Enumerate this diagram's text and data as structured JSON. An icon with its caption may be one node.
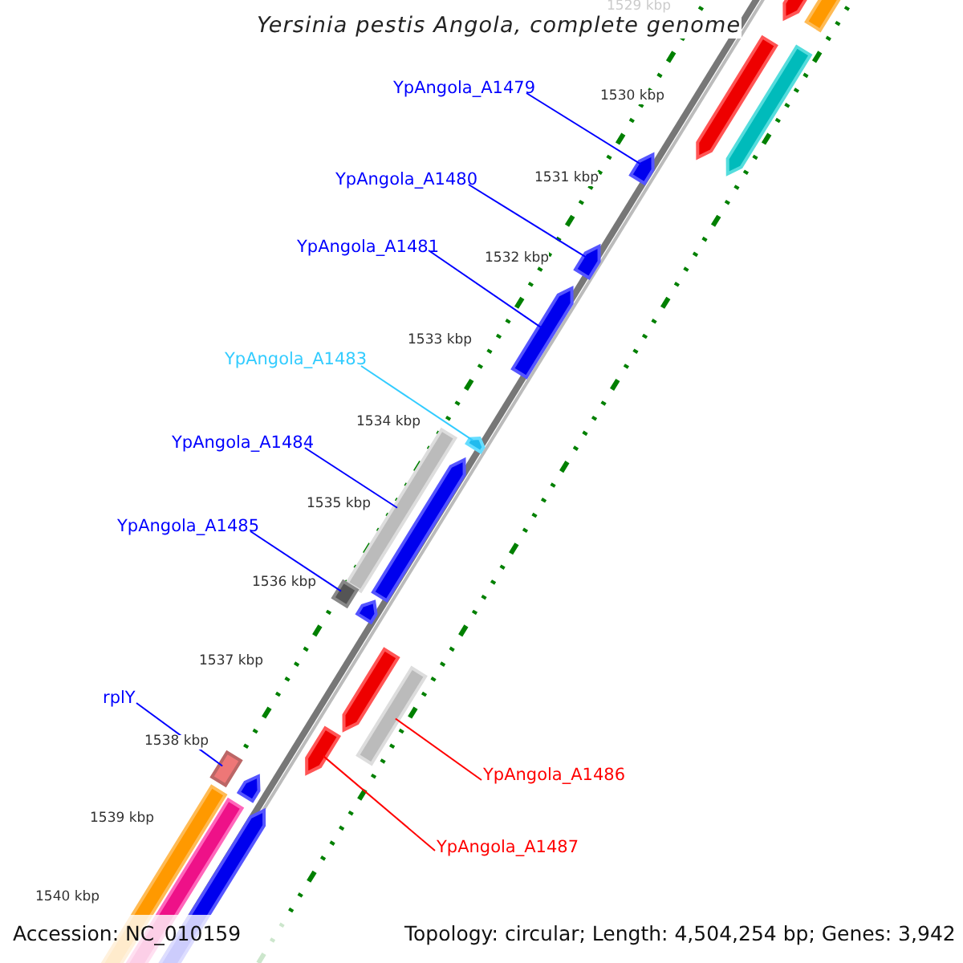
{
  "diagram": {
    "title": "Yersinia pestis Angola, complete genome",
    "nodes": [
      {
        "text": [
          "YpAngola_A1479"
        ]
      },
      {
        "text": [
          "YpAngola_A1480"
        ]
      },
      {
        "text": [
          "YpAngola_A1481"
        ]
      },
      {
        "text": [
          "YpAngola_A1483"
        ]
      },
      {
        "text": [
          "YpAngola_A1484"
        ]
      },
      {
        "text": [
          "YpAngola_A1485"
        ]
      },
      {
        "text": [
          "rplY"
        ]
      },
      {
        "text": [
          "YpAngola_A1486"
        ]
      },
      {
        "text": [
          "YpAngola_A1487"
        ]
      },
      {
        "text": [],
        "shape": "bar"
      },
      {
        "text": [],
        "shape": "bar"
      },
      {
        "text": [],
        "shape": "bar"
      },
      {
        "text": [],
        "shape": "bar"
      },
      {
        "text": [],
        "shape": "bar"
      },
      {
        "text": [],
        "shape": "bar"
      },
      {
        "text": [],
        "shape": "bar"
      },
      {
        "text": [],
        "shape": "bar"
      },
      {
        "text": [],
        "shape": "bar"
      },
      {
        "text": [],
        "shape": "bar"
      },
      {
        "text": [],
        "shape": "bar"
      },
      {
        "text": [],
        "shape": "bar"
      },
      {
        "text": [],
        "shape": "bar"
      },
      {
        "text": [],
        "shape": "bar"
      },
      {
        "text": [],
        "shape": "bar"
      },
      {
        "text": [],
        "shape": "bar"
      },
      {
        "text": [],
        "shape": "bar"
      },
      {
        "text": [],
        "shape": "bar"
      },
      {
        "text": [],
        "shape": "bar"
      },
      {
        "text": [],
        "shape": "bar"
      }
    ],
    "edges": [
      {
        "from": 0,
        "to": 13,
        "arrow": "none"
      },
      {
        "from": 1,
        "to": 14,
        "arrow": "none"
      },
      {
        "from": 2,
        "to": 15,
        "arrow": "none"
      },
      {
        "from": 3,
        "to": 16,
        "arrow": "none",
        "color": "#33ccff"
      },
      {
        "from": 4,
        "to": 17,
        "arrow": "none"
      },
      {
        "from": 5,
        "to": 19,
        "arrow": "none"
      },
      {
        "from": 6,
        "to": 24,
        "arrow": "none"
      },
      {
        "from": 7,
        "to": 22,
        "arrow": "none",
        "color": "#ff0000"
      },
      {
        "from": 8,
        "to": 23,
        "arrow": "none",
        "color": "#ff0000"
      }
    ],
    "labels": [
      "1529 kbp",
      "1530 kbp",
      "1531 kbp",
      "1532 kbp",
      "1533 kbp",
      "1534 kbp",
      "1535 kbp",
      "1536 kbp",
      "1537 kbp",
      "1538 kbp",
      "1539 kbp",
      "1540 kbp",
      "Accession: NC_010159",
      "Topology: circular; Length: 4,504,254 bp; Genes: 3,942"
    ]
  }
}
